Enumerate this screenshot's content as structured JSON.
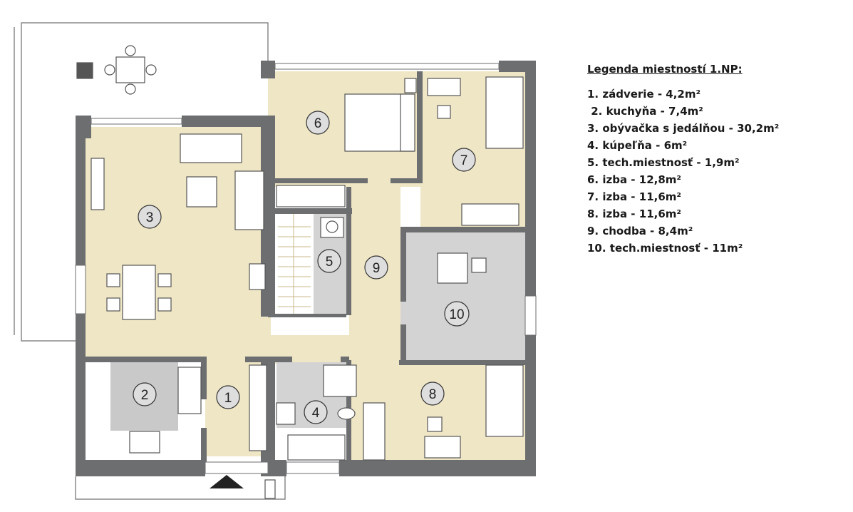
{
  "legend": {
    "title": "Legenda miestností 1.NP:",
    "items": [
      "1. zádverie - 4,2m²",
      " 2. kuchyňa - 7,4m²",
      "3. obývačka s jedálňou - 30,2m²",
      "4. kúpeľňa - 6m²",
      "5. tech.miestnosť - 1,9m²",
      "6. izba - 12,8m²",
      "7. izba - 11,6m²",
      "8. izba - 11,6m²",
      "9. chodba - 8,4m²",
      "10. tech.miestnosť - 11m²"
    ]
  },
  "rooms": [
    "1",
    "2",
    "3",
    "4",
    "5",
    "6",
    "7",
    "8",
    "9",
    "10"
  ],
  "colors": {
    "wall": "#6d6e70",
    "floor": "#efe6c6",
    "tech_room": "#d3d3d3",
    "kitchen": "#c9c9c9"
  }
}
